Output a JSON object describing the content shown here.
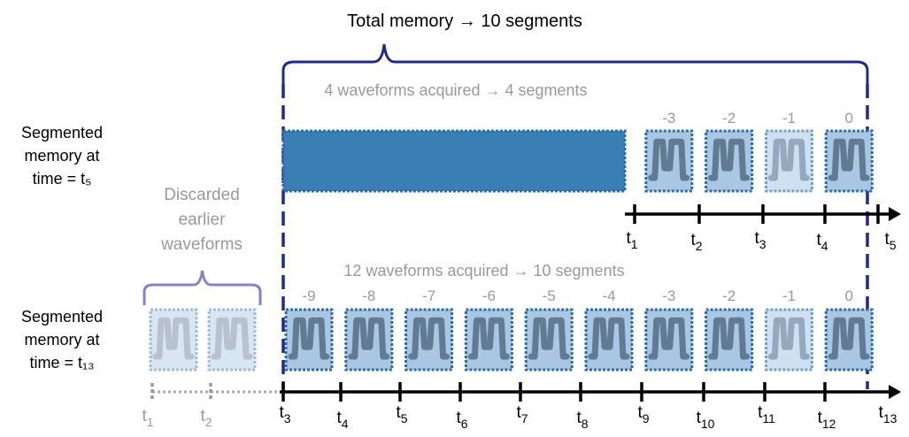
{
  "title": "Total memory → 10 segments",
  "top_row": {
    "caption": "4 waveforms acquired → 4 segments",
    "row_label": [
      "Segmented",
      "memory at",
      "time = t₅"
    ],
    "segment_indices": [
      "-3",
      "-2",
      "-1",
      "0"
    ],
    "ticks": [
      {
        "t": "t",
        "sub": "1"
      },
      {
        "t": "t",
        "sub": "2"
      },
      {
        "t": "t",
        "sub": "3"
      },
      {
        "t": "t",
        "sub": "4"
      },
      {
        "t": "t",
        "sub": "5"
      }
    ]
  },
  "bottom_row": {
    "caption": "12 waveforms acquired → 10 segments",
    "row_label": [
      "Segmented",
      "memory at",
      "time = t₁₃"
    ],
    "discarded_label": [
      "Discarded",
      "earlier",
      "waveforms"
    ],
    "segment_indices": [
      "-9",
      "-8",
      "-7",
      "-6",
      "-5",
      "-4",
      "-3",
      "-2",
      "-1",
      "0"
    ],
    "discarded_ticks": [
      {
        "t": "t",
        "sub": "1"
      },
      {
        "t": "t",
        "sub": "2"
      }
    ],
    "ticks": [
      {
        "t": "t",
        "sub": "3"
      },
      {
        "t": "t",
        "sub": "4"
      },
      {
        "t": "t",
        "sub": "5"
      },
      {
        "t": "t",
        "sub": "6"
      },
      {
        "t": "t",
        "sub": "7"
      },
      {
        "t": "t",
        "sub": "8"
      },
      {
        "t": "t",
        "sub": "9"
      },
      {
        "t": "t",
        "sub": "10"
      },
      {
        "t": "t",
        "sub": "11"
      },
      {
        "t": "t",
        "sub": "12"
      },
      {
        "t": "t",
        "sub": "13"
      }
    ]
  },
  "colors": {
    "dark_blue": "#1f2a8f",
    "memory_fill": "#3a7fb4",
    "segment_fill": "#a9c7e3",
    "segment_border": "#2e6da8",
    "waveform": "#5b7189",
    "purple": "#8a7fc8",
    "gray": "#999999",
    "axis": "#000000"
  }
}
